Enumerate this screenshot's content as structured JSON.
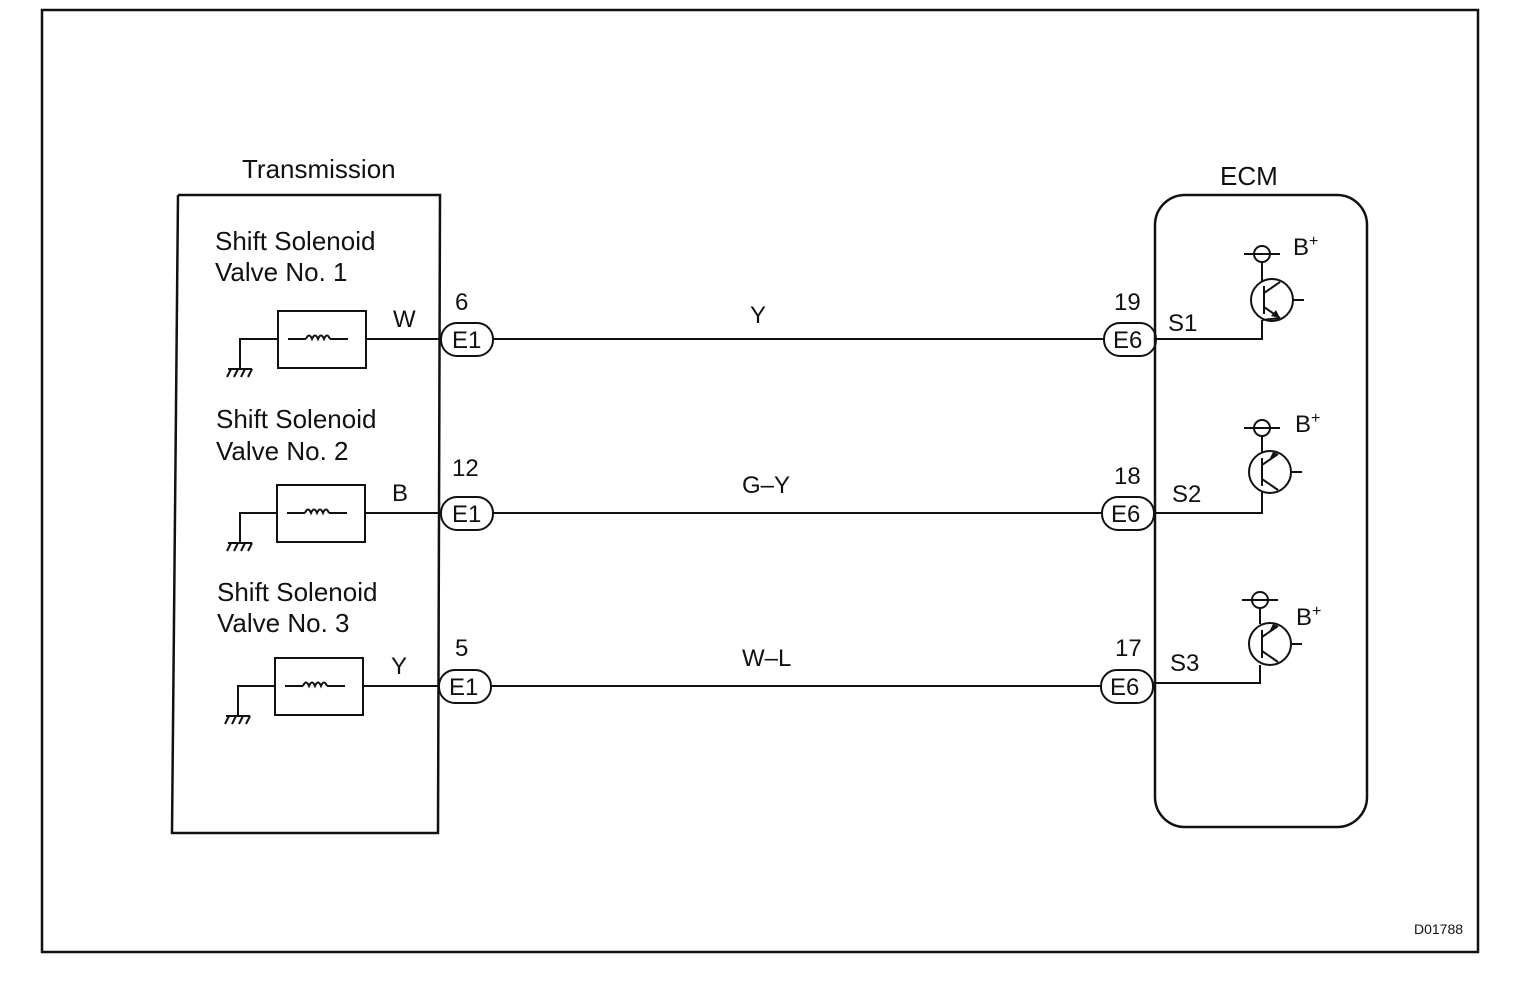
{
  "diagram_id": "D01788",
  "transmission": {
    "title": "Transmission",
    "solenoids": [
      {
        "line1": "Shift Solenoid",
        "line2": "Valve No. 1",
        "wire_color": "W",
        "pin": "6",
        "connector": "E1"
      },
      {
        "line1": "Shift Solenoid",
        "line2": "Valve No. 2",
        "wire_color": "B",
        "pin": "12",
        "connector": "E1"
      },
      {
        "line1": "Shift Solenoid",
        "line2": "Valve No. 3",
        "wire_color": "Y",
        "pin": "5",
        "connector": "E1"
      }
    ]
  },
  "harness_wires": [
    "Y",
    "G–Y",
    "W–L"
  ],
  "ecm": {
    "title": "ECM",
    "terminals": [
      {
        "pin": "19",
        "connector": "E6",
        "signal": "S1",
        "supply": "B"
      },
      {
        "pin": "18",
        "connector": "E6",
        "signal": "S2",
        "supply": "B"
      },
      {
        "pin": "17",
        "connector": "E6",
        "signal": "S3",
        "supply": "B"
      }
    ],
    "supply_superscript": "+"
  }
}
